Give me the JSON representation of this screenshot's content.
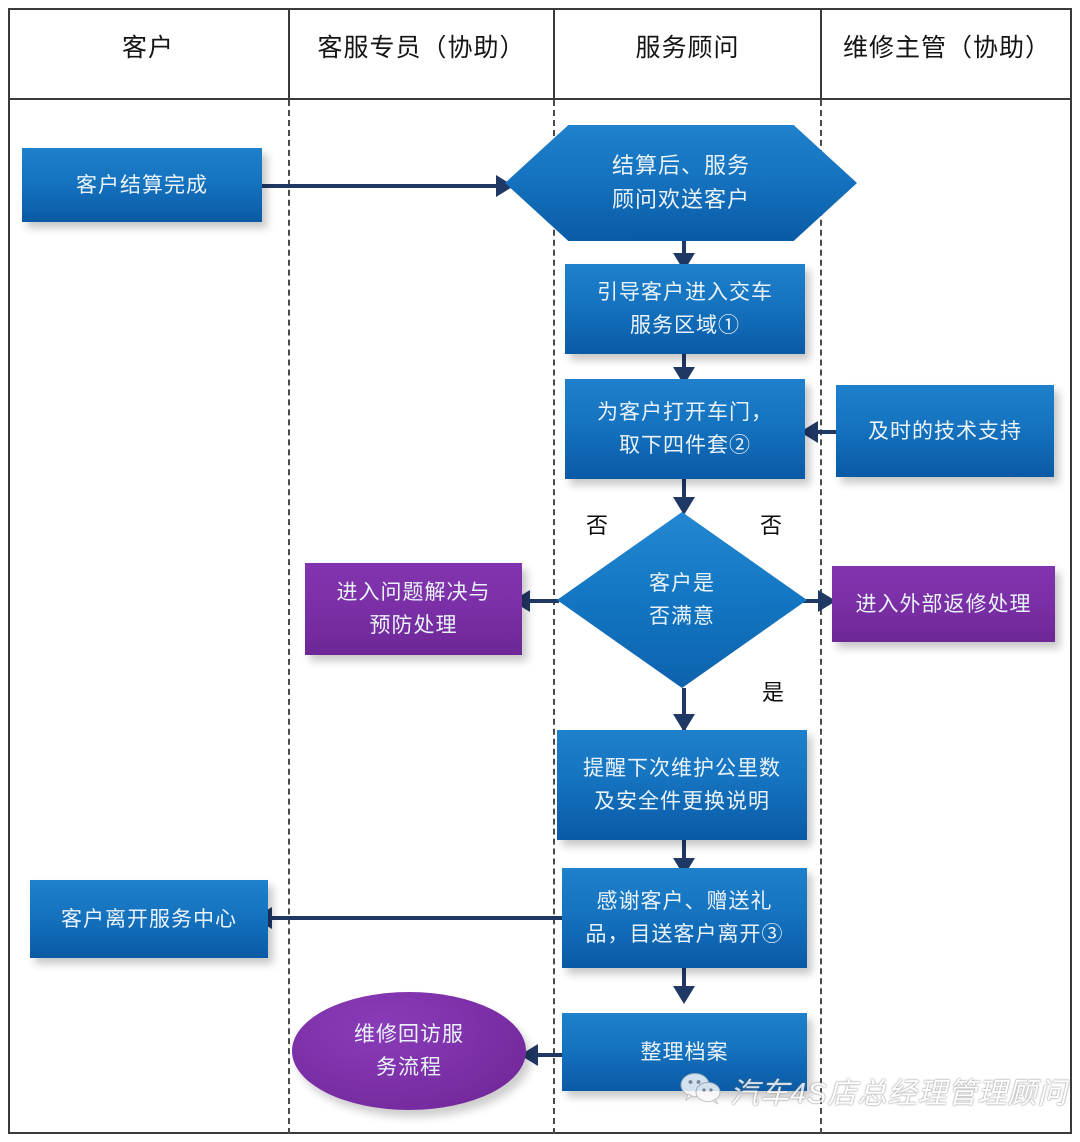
{
  "lanes": [
    {
      "title": "客户"
    },
    {
      "title": "客服专员（协助）"
    },
    {
      "title": "服务顾问"
    },
    {
      "title": "维修主管（协助）"
    }
  ],
  "nodes": {
    "customer_settled": "客户结算完成",
    "farewell": "结算后、服务\n顾问欢送客户",
    "guide_to_delivery": "引导客户进入交车\n服务区域①",
    "open_door": "为客户打开车门，\n取下四件套②",
    "tech_support": "及时的技术支持",
    "decision_satisfied": "客户是\n否满意",
    "problem_solving": "进入问题解决与\n预防处理",
    "external_rework": "进入外部返修处理",
    "next_maintenance": "提醒下次维护公里数\n及安全件更换说明",
    "thank_customer": "感谢客户、赠送礼\n品，目送客户离开③",
    "customer_leaves": "客户离开服务中心",
    "organize_files": "整理档案",
    "followup_process": "维修回访服\n务流程"
  },
  "edge_labels": {
    "no_left": "否",
    "no_right": "否",
    "yes_down": "是"
  },
  "watermark": {
    "text": "汽车4S店总经理管理顾问",
    "icon": "wechat-icon"
  },
  "colors": {
    "blue_top": "#1f80cc",
    "blue_bottom": "#0a5aa6",
    "purple": "#7b2fa6",
    "connector": "#1f3864",
    "frame": "#3a3a3a"
  }
}
